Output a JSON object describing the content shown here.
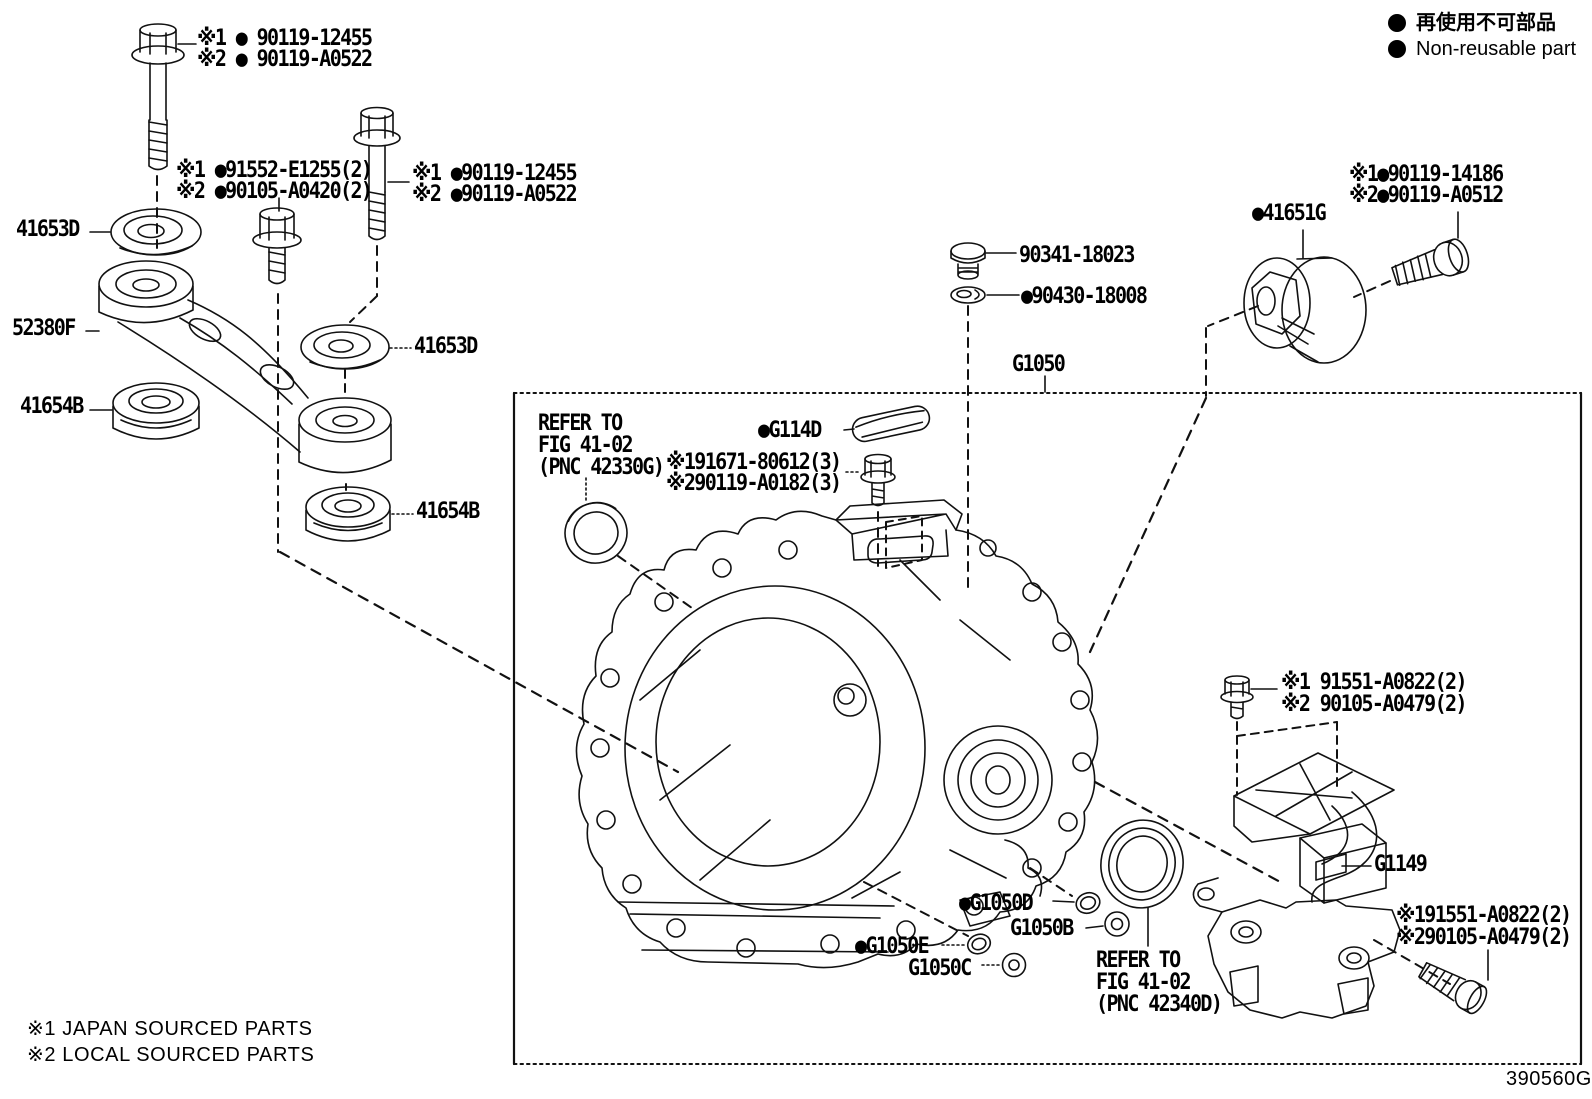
{
  "legend": {
    "jp": "再使用不可部品",
    "en": "Non-reusable part"
  },
  "footnotes": {
    "line1": "※1 JAPAN SOURCED PARTS",
    "line2": "※2 LOCAL SOURCED PARTS"
  },
  "figure_code": "390560G",
  "callouts": {
    "bolt_upper_left": {
      "l1": "※1 ● 90119-12455",
      "l2": "※2 ● 90119-A0522"
    },
    "bolt_center": {
      "l1": "※1 ●91552-E1255(2)",
      "l2": "※2 ●90105-A0420(2)"
    },
    "bolt_rear": {
      "l1": "※1 ●90119-12455",
      "l2": "※2 ●90119-A0522"
    },
    "washer_front": "41653D",
    "torque_rod": "52380F",
    "cushion_front": "41654B",
    "washer_rear": "41653D",
    "cushion_rear": "41654B",
    "breather_plug": "90341-18023",
    "breather_gasket": "●90430-18008",
    "transaxle": "G1050",
    "mount_bolt": {
      "l1": "※1●90119-14186",
      "l2": "※2●90119-A0512"
    },
    "engine_mount": "●41651G",
    "refer_upper": {
      "l1": "REFER TO",
      "l2": "FIG 41-02",
      "l3": "(PNC 42330G)"
    },
    "plate": "●G114D",
    "bolt_plate": {
      "l1": "※191671-80612(3)",
      "l2": "※290119-A0182(3)"
    },
    "bracket_bolt_upper": {
      "l1": "※1 91551-A0822(2)",
      "l2": "※2 90105-A0479(2)"
    },
    "mount_bracket": "G1149",
    "seal_d": "●G1050D",
    "plug_b": "G1050B",
    "seal_e": "●G1050E",
    "plug_c": "G1050C",
    "refer_lower": {
      "l1": "REFER TO",
      "l2": "FIG 41-02",
      "l3": "(PNC 42340D)"
    },
    "bracket_bolt_lower": {
      "l1": "※191551-A0822(2)",
      "l2": "※290105-A0479(2)"
    }
  }
}
